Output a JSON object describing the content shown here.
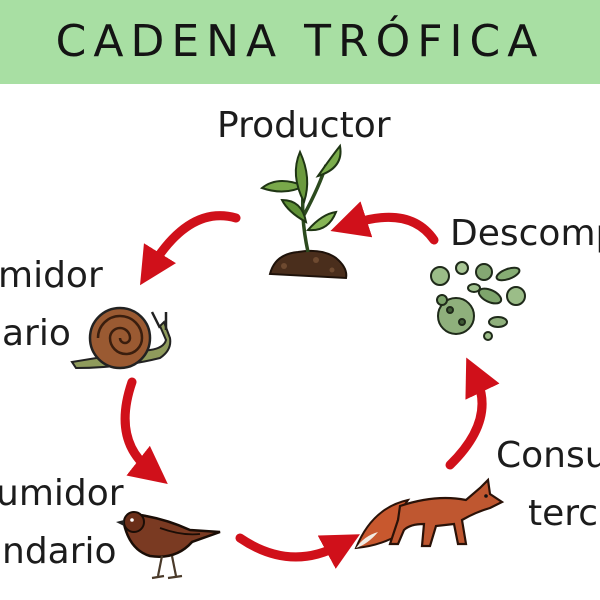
{
  "title": "CADENA TRÓFICA",
  "labels": {
    "productor": "Productor",
    "descomponedor": "Descomp",
    "consumidor_primario_l1": "midor",
    "consumidor_primario_l2": "ario",
    "consumidor_secundario_l1": "umidor",
    "consumidor_secundario_l2": "ndario",
    "consumidor_terciario_l1": "Consu",
    "consumidor_terciario_l2": "terci"
  },
  "colors": {
    "banner": "#a8dfa3",
    "arrow": "#d0101a",
    "text": "#1c1c1c"
  },
  "icons": [
    "plant-icon",
    "snail-icon",
    "bird-icon",
    "fox-icon",
    "microbes-icon"
  ]
}
